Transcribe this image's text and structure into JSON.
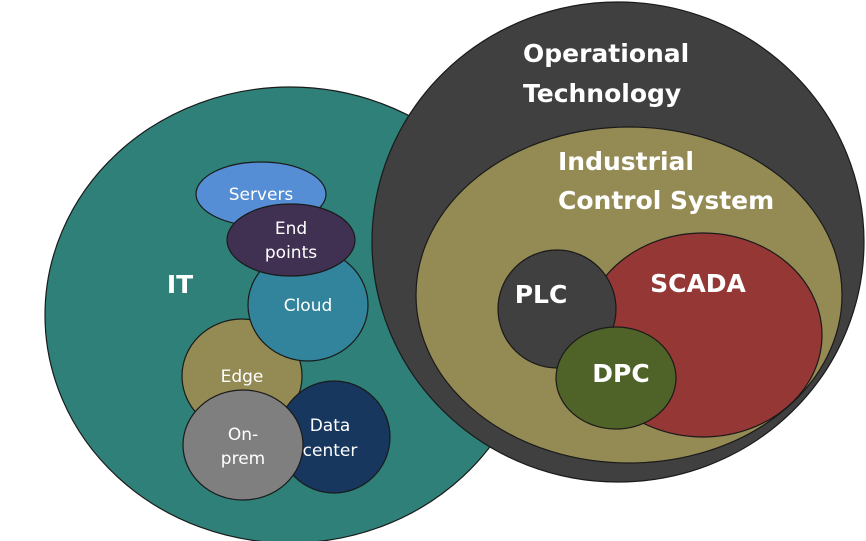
{
  "it": {
    "label": "IT",
    "color": "#2e8078"
  },
  "it_items": {
    "servers": {
      "label": "Servers",
      "color": "#558ed5"
    },
    "edge": {
      "label": "Edge",
      "color": "#948a54"
    },
    "cloud": {
      "label": "Cloud",
      "color": "#31849b"
    },
    "endpoints": {
      "line1": "End",
      "line2": "points",
      "color": "#403152"
    },
    "datacenter": {
      "line1": "Data",
      "line2": "center",
      "color": "#17375e"
    },
    "onprem": {
      "line1": "On-",
      "line2": "prem",
      "color": "#7f7f7f"
    }
  },
  "ot": {
    "line1": "Operational",
    "line2": "Technology",
    "color": "#404040"
  },
  "ics": {
    "line1": "Industrial",
    "line2": "Control System",
    "color": "#948a54"
  },
  "scada": {
    "label": "SCADA",
    "color": "#953735"
  },
  "plc": {
    "label": "PLC",
    "color": "#404040"
  },
  "dpc": {
    "label": "DPC",
    "color": "#4f6228"
  }
}
